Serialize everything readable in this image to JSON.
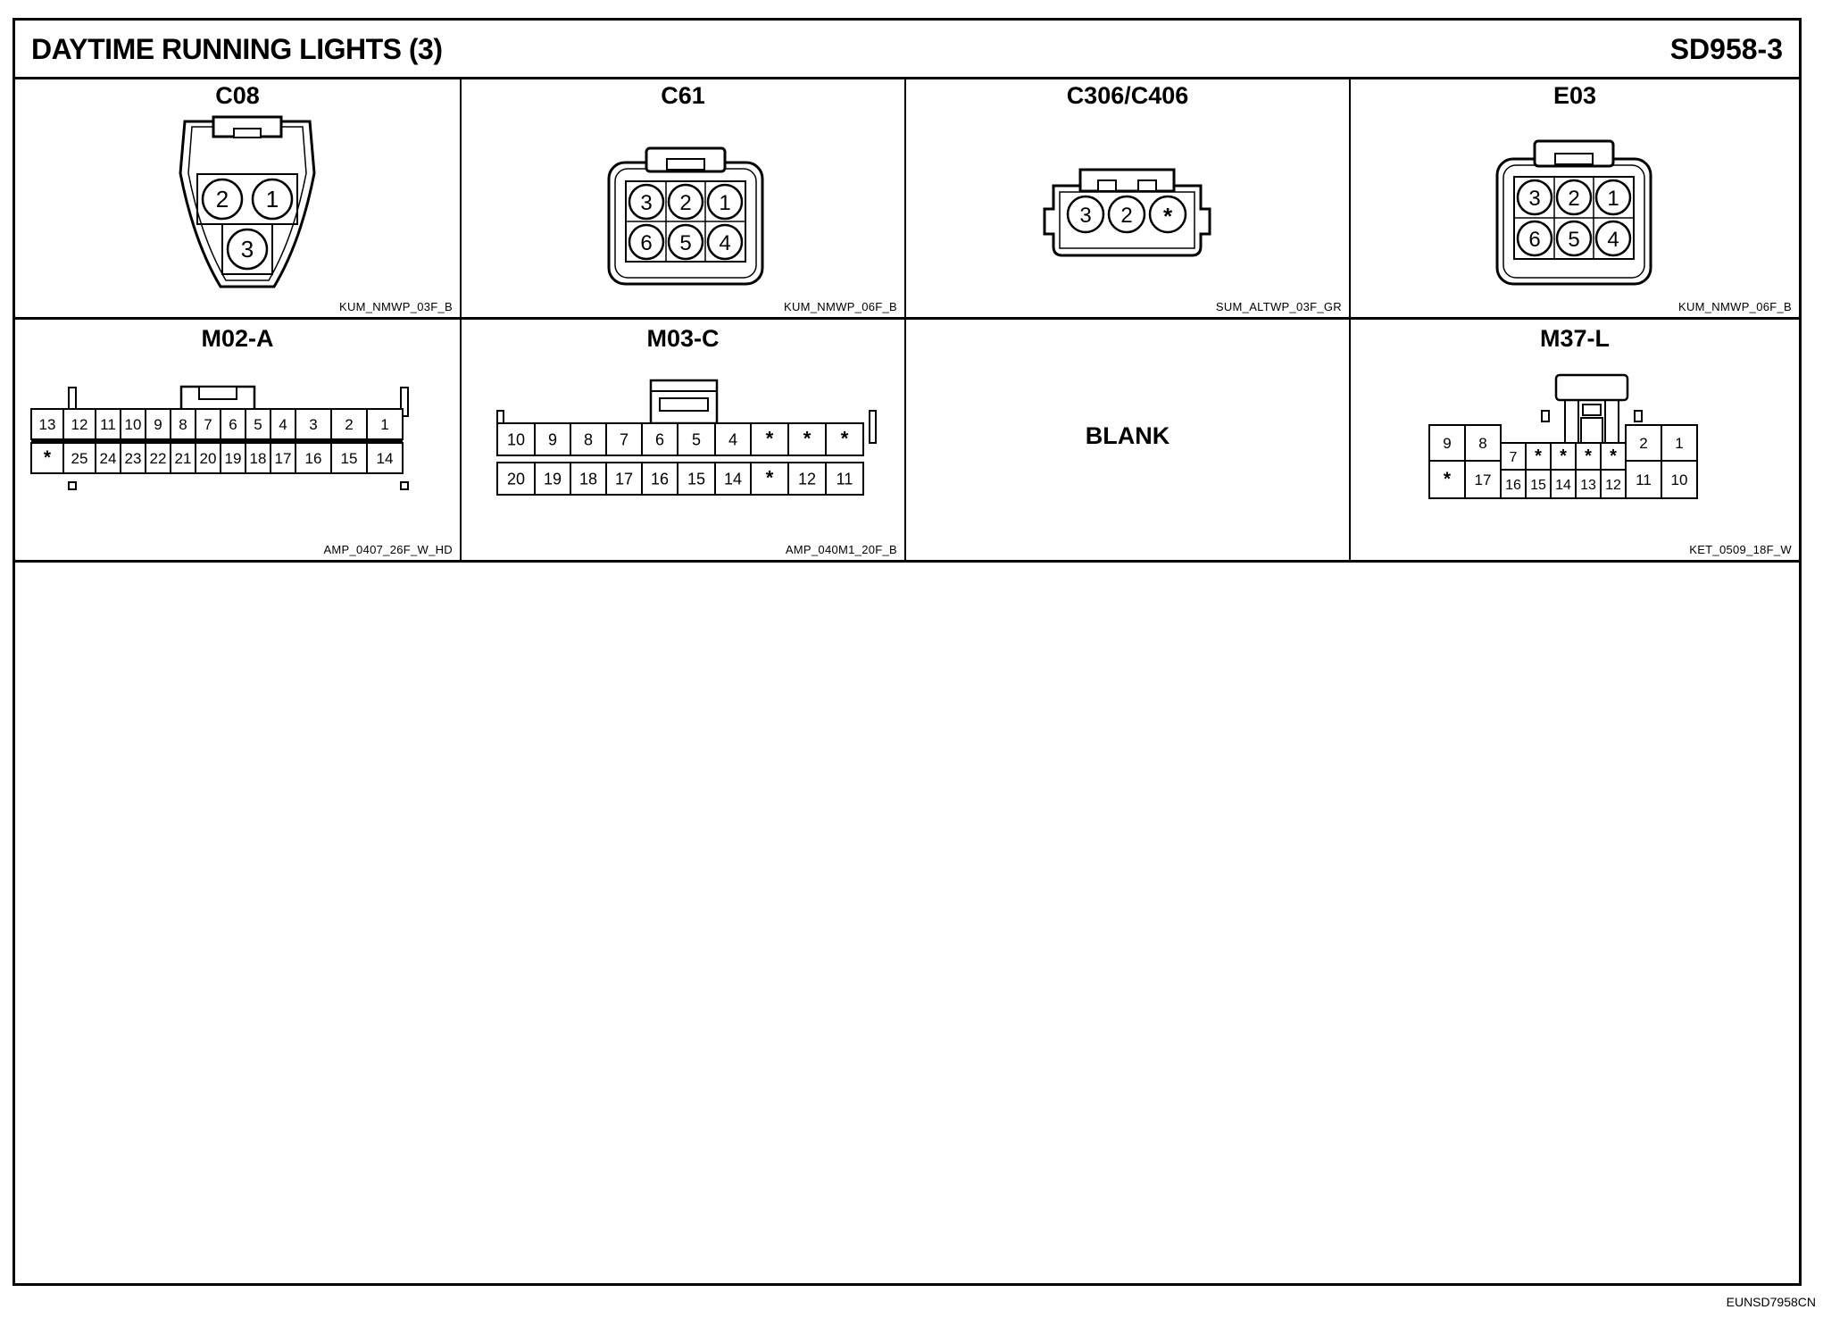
{
  "sheet": {
    "title": "DAYTIME RUNNING LIGHTS (3)",
    "code": "SD958-3",
    "footer_code": "EUNSD7958CN"
  },
  "connectors": [
    {
      "name": "C08",
      "part": "KUM_NMWP_03F_B",
      "rows": [
        [
          "2",
          "1"
        ],
        [
          "3"
        ]
      ]
    },
    {
      "name": "C61",
      "part": "KUM_NMWP_06F_B",
      "rows": [
        [
          "3",
          "2",
          "1"
        ],
        [
          "6",
          "5",
          "4"
        ]
      ]
    },
    {
      "name": "C306/C406",
      "part": "SUM_ALTWP_03F_GR",
      "rows": [
        [
          "3",
          "2",
          "*"
        ]
      ]
    },
    {
      "name": "E03",
      "part": "KUM_NMWP_06F_B",
      "rows": [
        [
          "3",
          "2",
          "1"
        ],
        [
          "6",
          "5",
          "4"
        ]
      ]
    },
    {
      "name": "M02-A",
      "part": "AMP_0407_26F_W_HD",
      "rows": [
        [
          "13",
          "12",
          "11",
          "10",
          "9",
          "8",
          "7",
          "6",
          "5",
          "4",
          "3",
          "2",
          "1"
        ],
        [
          "*",
          "25",
          "24",
          "23",
          "22",
          "21",
          "20",
          "19",
          "18",
          "17",
          "16",
          "15",
          "14"
        ]
      ]
    },
    {
      "name": "M03-C",
      "part": "AMP_040M1_20F_B",
      "rows": [
        [
          "10",
          "9",
          "8",
          "7",
          "6",
          "5",
          "4",
          "*",
          "*",
          "*"
        ],
        [
          "20",
          "19",
          "18",
          "17",
          "16",
          "15",
          "14",
          "*",
          "12",
          "11"
        ]
      ]
    },
    {
      "name": "",
      "part": "",
      "blank_label": "BLANK"
    },
    {
      "name": "M37-L",
      "part": "KET_0509_18F_W",
      "rows": [
        [
          "9",
          "8",
          "7",
          "*",
          "*",
          "*",
          "*",
          "2",
          "1"
        ],
        [
          "*",
          "17",
          "16",
          "15",
          "14",
          "13",
          "12",
          "11",
          "10"
        ]
      ]
    }
  ]
}
